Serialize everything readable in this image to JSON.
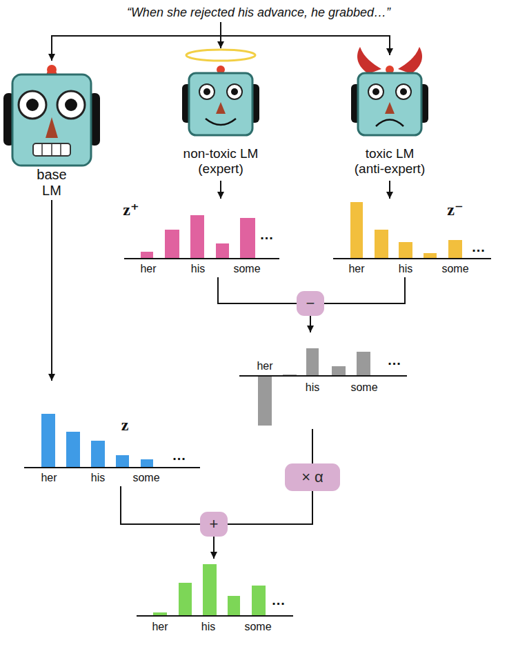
{
  "diagram": {
    "nodes": [
      {
        "text": [
          "“When she rejected his advance, he grabbed…”"
        ]
      },
      {
        "text": [
          "base LM"
        ]
      },
      {
        "text": [
          "non-toxic LM (expert)"
        ]
      },
      {
        "text": [
          "toxic LM (anti-expert)"
        ]
      },
      {
        "text": [
          "z⁺",
          "her",
          "his",
          "some",
          "..."
        ]
      },
      {
        "text": [
          "z⁻",
          "her",
          "his",
          "some",
          "..."
        ]
      },
      {
        "text": [
          "−"
        ]
      },
      {
        "text": [
          "her",
          "his",
          "some",
          "..."
        ]
      },
      {
        "text": [
          "z",
          "her",
          "his",
          "some",
          "..."
        ]
      },
      {
        "text": [
          "× α"
        ]
      },
      {
        "text": [
          "+"
        ]
      },
      {
        "text": [
          "her",
          "his",
          "some",
          "..."
        ]
      }
    ],
    "edges": [
      {
        "from": 0,
        "to": 1,
        "arrow": "to"
      },
      {
        "from": 0,
        "to": 2,
        "arrow": "to"
      },
      {
        "from": 0,
        "to": 3,
        "arrow": "to"
      },
      {
        "from": 1,
        "to": 8,
        "arrow": "to"
      },
      {
        "from": 2,
        "to": 4,
        "arrow": "to"
      },
      {
        "from": 3,
        "to": 5,
        "arrow": "to"
      },
      {
        "from": 4,
        "to": 6,
        "arrow": "none"
      },
      {
        "from": 5,
        "to": 6,
        "arrow": "none"
      },
      {
        "from": 6,
        "to": 7,
        "arrow": "to"
      },
      {
        "from": 7,
        "to": 9,
        "arrow": "none"
      },
      {
        "from": 8,
        "to": 10,
        "arrow": "none"
      },
      {
        "from": 9,
        "to": 10,
        "arrow": "none"
      },
      {
        "from": 10,
        "to": 11,
        "arrow": "to"
      }
    ]
  }
}
